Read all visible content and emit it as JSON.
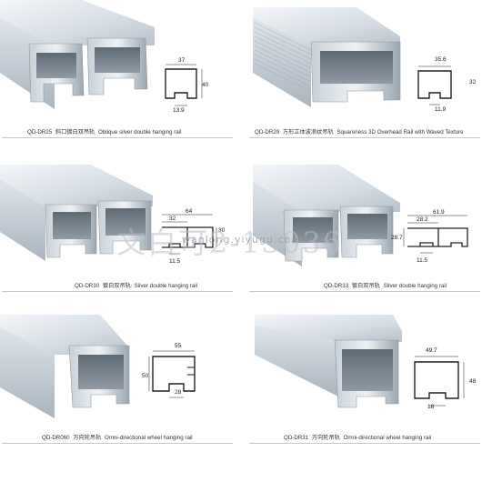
{
  "rails": [
    {
      "code": "QD-DR25",
      "cn": "斜口镀白双吊轨",
      "en": "Oblique silver double hanging rail",
      "dims": [
        "37",
        "40",
        "13.9"
      ]
    },
    {
      "code": "QD-DR29",
      "cn": "方形立体波浪纹吊轨",
      "en": "Squareness 3D Overhead Rail with Waved Texture",
      "dims": [
        "35.6",
        "32",
        "11.9"
      ]
    },
    {
      "code": "QD-DR30",
      "cn": "镀白双吊轨",
      "en": "Silver double hanging rail",
      "dims": [
        "64",
        "32",
        "30",
        "11.5"
      ]
    },
    {
      "code": "QD-DR33",
      "cn": "镀白双吊轨",
      "en": "Silver double hanging rail",
      "dims": [
        "61.9",
        "28.2",
        "28.7",
        "11.5"
      ]
    },
    {
      "code": "QD-DR060",
      "cn": "万向轮吊轨",
      "en": "Omni-directional wheel hanging rail",
      "dims": [
        "55",
        "50",
        "28"
      ]
    },
    {
      "code": "QD-DR31",
      "cn": "万向轮吊轨",
      "en": "Omni-directional wheel hanging rail",
      "dims": [
        "49.7",
        "48",
        "18"
      ]
    }
  ],
  "watermark": {
    "main": "文白可2-13036",
    "sub": "wanlong.yiyugu.com"
  },
  "colors": {
    "metal_light": "#e6ebf0",
    "metal_mid": "#c3ccd4",
    "metal_dark": "#6f7a84",
    "line": "#222222"
  }
}
